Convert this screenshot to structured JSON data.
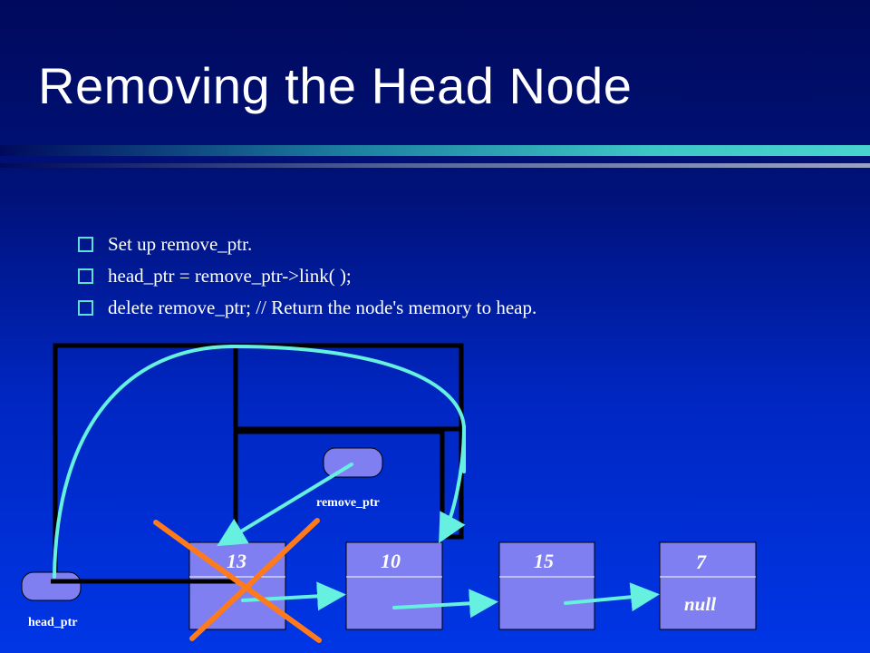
{
  "slide": {
    "title": "Removing the Head Node",
    "bullets": [
      "Set up remove_ptr.",
      "head_ptr  =  remove_ptr->link( );",
      "delete remove_ptr;  // Return the node's memory to heap."
    ]
  },
  "pointers": {
    "head": "head_ptr",
    "remove": "remove_ptr"
  },
  "nodes": [
    {
      "value": "13",
      "link": ""
    },
    {
      "value": "10",
      "link": ""
    },
    {
      "value": "15",
      "link": ""
    },
    {
      "value": "7",
      "link": "null"
    }
  ],
  "colors": {
    "background_top": "#000a5c",
    "background_bottom": "#0036e6",
    "node_fill": "#7f7ff2",
    "arrow": "#66f0e0",
    "cross": "#ff7a1a",
    "frame": "#000000"
  }
}
